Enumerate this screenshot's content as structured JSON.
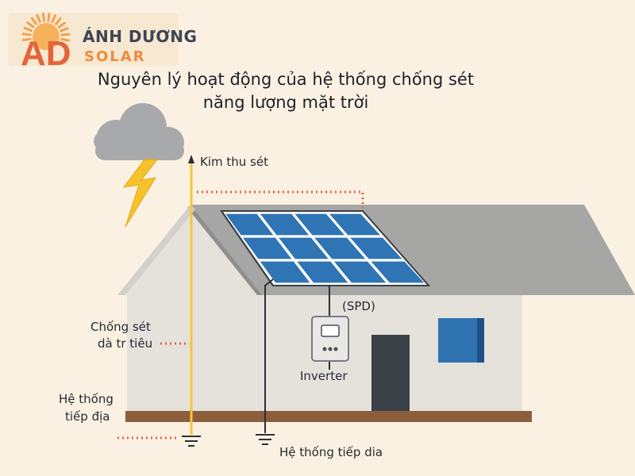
{
  "logo": {
    "monogram": "AD",
    "name_line1": "ÁNH DƯƠNG",
    "name_line2": "SOLAR"
  },
  "title": {
    "line1": "Nguyên lý hoạt động của hệ thống chống sét",
    "line2": "năng lượng mặt trời"
  },
  "labels": {
    "air_terminal": "Kim thu sét",
    "spd": "(SPD)",
    "inverter": "Inverter",
    "surge_protection_line1": "Chống sét",
    "surge_protection_line2": "dà tr tiêu",
    "grounding_left_line1": "Hệ thống",
    "grounding_left_line2": "tiếp địa",
    "grounding_bottom": "Hệ thống tiếp dia"
  },
  "colors": {
    "background": "#fbf1e2",
    "roof": "#a6a6a4",
    "wall": "#e5e2dc",
    "ground": "#8b5e3c",
    "solar_panel": "#2f74b5",
    "lightning": "#f6c12b",
    "lightning_rod": "#f4c63d",
    "dotted_leader": "#ee5c4a",
    "cloud": "#a8a9ab",
    "door": "#3a4147",
    "window": "#2f72b0",
    "logo_orange": "#ef8b3d"
  }
}
